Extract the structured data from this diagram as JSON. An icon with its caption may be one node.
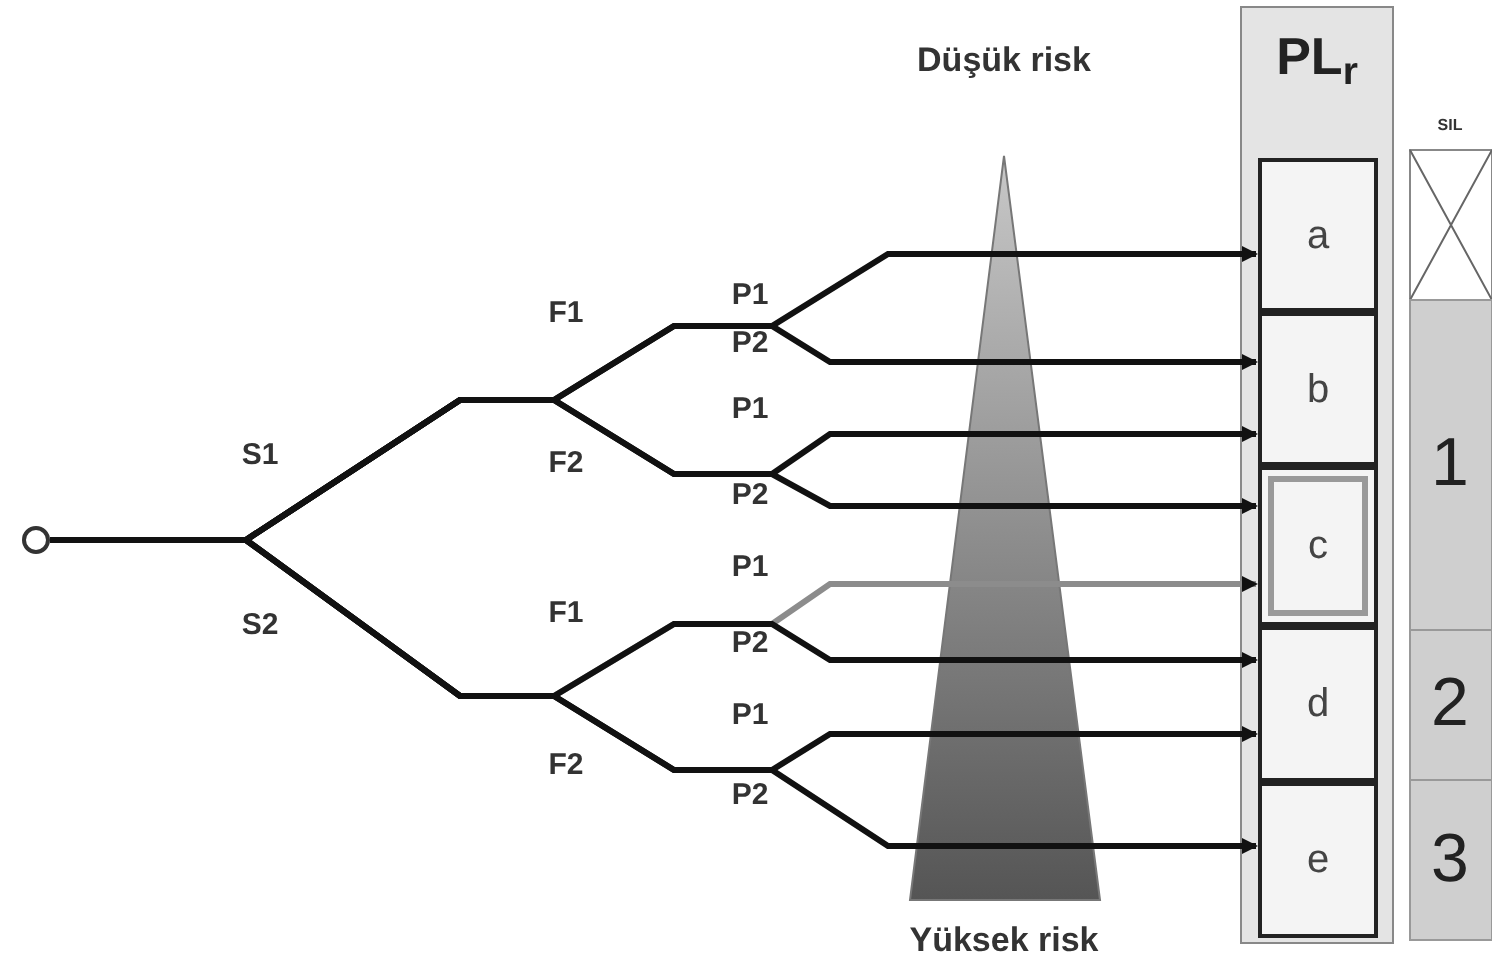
{
  "diagram": {
    "nodes": [
      {
        "text": [],
        "shape": "circle"
      },
      {
        "text": [
          "PL$_{r}$"
        ]
      },
      {
        "text": [
          "a"
        ],
        "in": 1
      },
      {
        "text": [
          "b"
        ],
        "in": 1
      },
      {
        "text": [
          "c"
        ],
        "in": 1
      },
      {
        "text": [
          "d"
        ],
        "in": 1
      },
      {
        "text": [
          "e"
        ],
        "in": 1
      }
    ],
    "edges": [
      {
        "from": 0,
        "to": 2,
        "arrow": "to"
      },
      {
        "from": 0,
        "to": 3,
        "arrow": "to"
      },
      {
        "from": 0,
        "to": 3,
        "arrow": "to"
      },
      {
        "from": 0,
        "to": 4,
        "arrow": "to"
      },
      {
        "from": 0,
        "to": 4,
        "arrow": "to",
        "color": "#8c8c8c"
      },
      {
        "from": 0,
        "to": 5,
        "arrow": "to"
      },
      {
        "from": 0,
        "to": 5,
        "arrow": "to"
      },
      {
        "from": 0,
        "to": 6,
        "arrow": "to"
      }
    ],
    "labels": [
      "Düşük risk",
      "S1",
      "F1",
      "P1",
      "P2",
      "F2",
      "P1",
      "P2",
      "S2",
      "F1",
      "P1",
      "P2",
      "F2",
      "P1",
      "P2",
      "Yüksek risk",
      "SIL",
      "1",
      "2",
      "3"
    ]
  }
}
